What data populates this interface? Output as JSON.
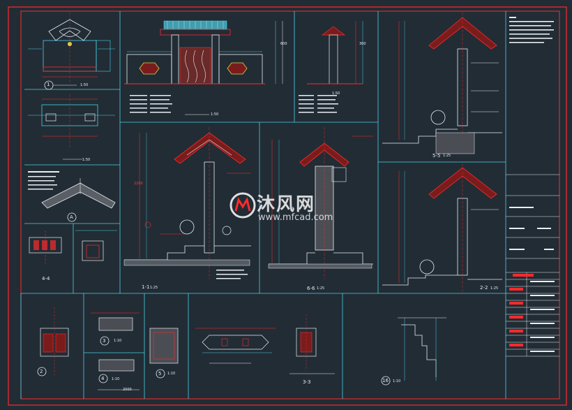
{
  "watermark": {
    "brand": "沐风网",
    "url": "www.mfcad.com"
  },
  "scales": {
    "s1": "1:50",
    "s2": "1:50",
    "s3": "1:50",
    "s4": "1:50",
    "s5": "1:25",
    "s6": "1:25",
    "s7": "1:25",
    "s8": "1:25",
    "s9": "1:10",
    "s10": "1:10",
    "s11": "1:10",
    "s12": "1:10"
  },
  "detail_numbers": {
    "n1": "1",
    "nA": "A",
    "n2": "2",
    "n3": "3",
    "n4": "4",
    "n5": "5",
    "n16": "16"
  },
  "section_marks": {
    "m11": "1-1",
    "m22": "2-2",
    "m33": "3-3",
    "m44": "4-4",
    "m55": "5-5",
    "m66": "6-6"
  },
  "dimensions": {
    "d2000": "2000",
    "d2200": "2200",
    "d600": "600",
    "d300": "300"
  },
  "colors": {
    "background": "#222c35",
    "frame": "#ff2a2a",
    "cyan": "#49d3e6",
    "white": "#e9eef2",
    "yellow": "#e6d24a"
  }
}
